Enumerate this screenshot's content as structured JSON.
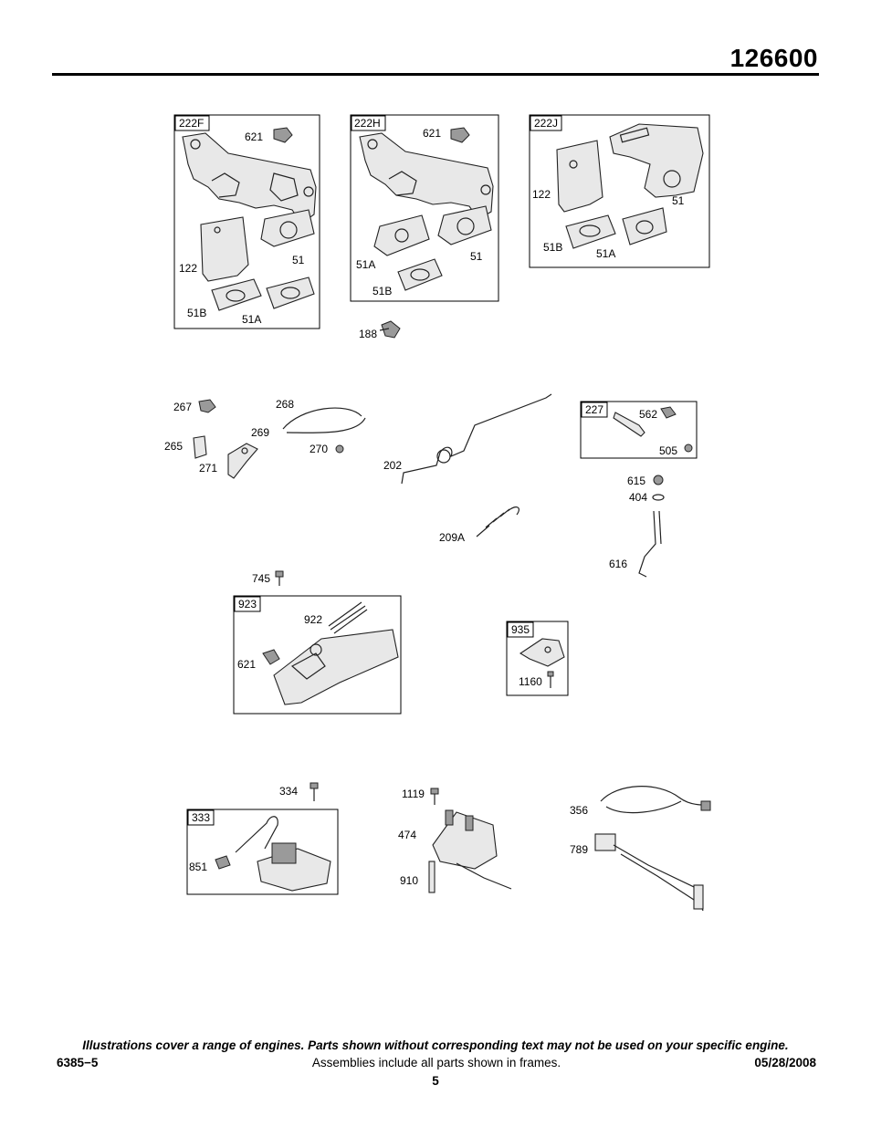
{
  "header": {
    "model_number": "126600"
  },
  "frames": [
    {
      "id": "222F",
      "parts": [
        "621",
        "122",
        "51",
        "51B",
        "51A"
      ]
    },
    {
      "id": "222H",
      "parts": [
        "621",
        "51A",
        "51",
        "51B"
      ]
    },
    {
      "id": "222J",
      "parts": [
        "122",
        "51",
        "51B",
        "51A"
      ]
    },
    {
      "id": "227",
      "parts": [
        "562",
        "505"
      ]
    },
    {
      "id": "923",
      "parts": [
        "922",
        "621"
      ]
    },
    {
      "id": "935",
      "parts": [
        "1160"
      ]
    },
    {
      "id": "333",
      "parts": [
        "851"
      ]
    }
  ],
  "loose_parts": [
    "188",
    "267",
    "268",
    "269",
    "265",
    "270",
    "271",
    "202",
    "615",
    "404",
    "209A",
    "616",
    "745",
    "334",
    "1119",
    "356",
    "474",
    "789",
    "910"
  ],
  "footer": {
    "disclaimer": "Illustrations cover a range of engines. Parts shown without corresponding text may not be used on your specific engine.",
    "doc_number": "6385−5",
    "assemblies_note": "Assemblies include all parts shown in frames.",
    "date": "05/28/2008",
    "page_number": "5"
  }
}
